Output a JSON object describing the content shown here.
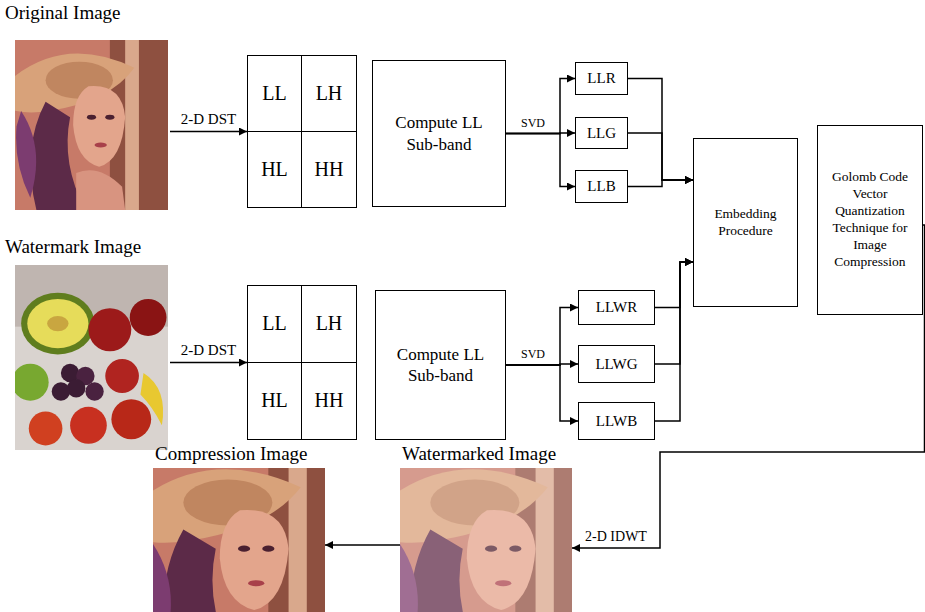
{
  "diagram": {
    "nodes": [
      {
        "text": [
          "Original Image"
        ]
      },
      {
        "text": [
          "LL",
          "LH",
          "HL",
          "HH"
        ]
      },
      {
        "text": [
          "Compute LL Sub-band"
        ]
      },
      {
        "text": [
          "LLR"
        ]
      },
      {
        "text": [
          "LLG"
        ]
      },
      {
        "text": [
          "LLB"
        ]
      },
      {
        "text": [
          "Embedding Procedure"
        ]
      },
      {
        "text": [
          "Golomb Code Vector Quantization Technique for Image Compression"
        ]
      },
      {
        "text": [
          "Watermark Image"
        ]
      },
      {
        "text": [
          "LL",
          "LH",
          "HL",
          "HH"
        ]
      },
      {
        "text": [
          "Compute LL Sub-band"
        ]
      },
      {
        "text": [
          "LLWR"
        ]
      },
      {
        "text": [
          "LLWG"
        ]
      },
      {
        "text": [
          "LLWB"
        ]
      },
      {
        "text": [
          "Compression Image"
        ]
      },
      {
        "text": [
          "Watermarked Image"
        ]
      }
    ],
    "edges": [
      {
        "from": 0,
        "to": 1,
        "label": "2-D DST",
        "arrow": "to"
      },
      {
        "from": 2,
        "to": 3,
        "arrow": "to"
      },
      {
        "from": 2,
        "to": 4,
        "label": "SVD",
        "arrow": "to"
      },
      {
        "from": 2,
        "to": 5,
        "arrow": "to"
      },
      {
        "from": 3,
        "to": 6,
        "arrow": "to"
      },
      {
        "from": 4,
        "to": 6,
        "arrow": "to"
      },
      {
        "from": 5,
        "to": 6,
        "arrow": "to"
      },
      {
        "from": 8,
        "to": 9,
        "label": "2-D DST",
        "arrow": "to"
      },
      {
        "from": 10,
        "to": 11,
        "arrow": "to"
      },
      {
        "from": 10,
        "to": 12,
        "label": "SVD",
        "arrow": "to"
      },
      {
        "from": 10,
        "to": 13,
        "arrow": "to"
      },
      {
        "from": 11,
        "to": 6,
        "arrow": "to"
      },
      {
        "from": 12,
        "to": 6,
        "arrow": "to"
      },
      {
        "from": 13,
        "to": 6,
        "arrow": "to"
      },
      {
        "from": 7,
        "to": 15,
        "label": "2-D IDWT",
        "arrow": "to"
      },
      {
        "from": 15,
        "to": 14,
        "arrow": "to"
      }
    ]
  }
}
